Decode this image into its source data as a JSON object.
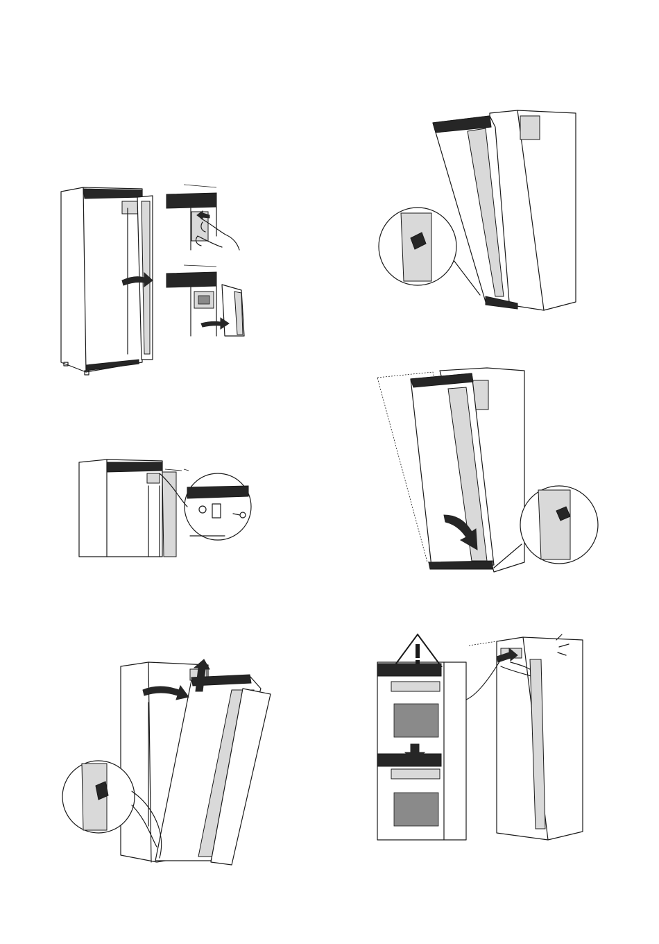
{
  "figures": [
    {
      "id": "step-1",
      "description_icon": "unlock-and-open-front-door"
    },
    {
      "id": "step-2",
      "description_icon": "remove-hinge-screw"
    },
    {
      "id": "step-3",
      "description_icon": "lift-off-door"
    },
    {
      "id": "step-4",
      "description_icon": "place-door-on-other-side"
    },
    {
      "id": "step-5",
      "description_icon": "tilt-door-closed"
    },
    {
      "id": "step-6",
      "description_icon": "press-lock-warning"
    }
  ],
  "colors": {
    "line": "#1a1a1a",
    "dark_band": "#262626",
    "door_panel": "#d9d9d9",
    "background": "#ffffff"
  },
  "warning_icon": "warning-triangle-icon"
}
